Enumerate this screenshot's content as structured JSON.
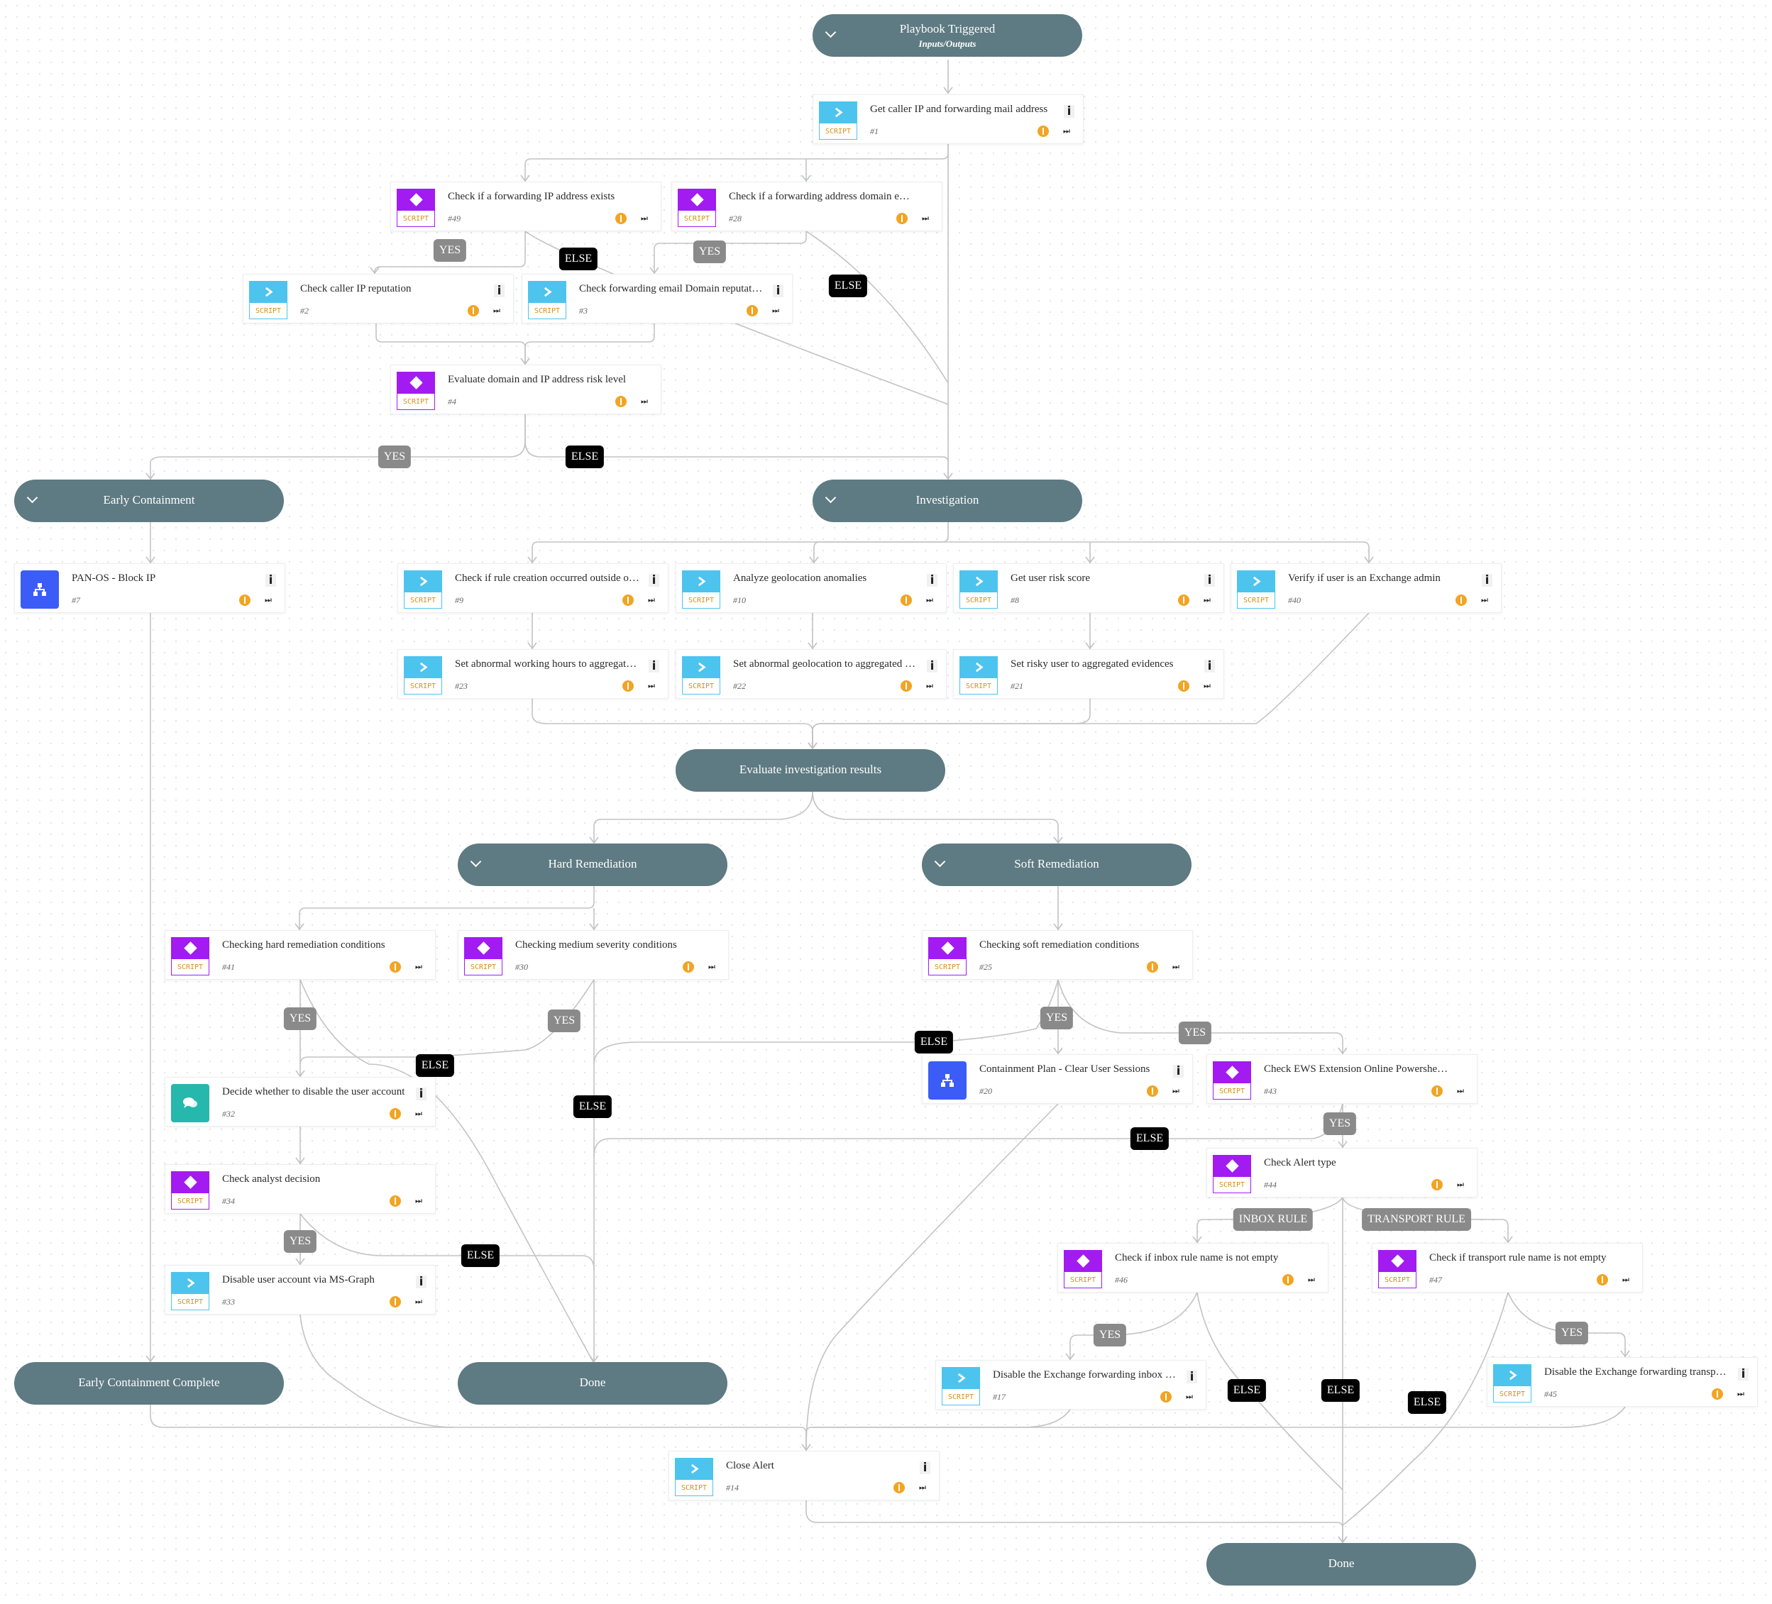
{
  "sections": {
    "trigger": {
      "title": "Playbook Triggered",
      "subtitle": "Inputs/Outputs"
    },
    "early_containment": {
      "title": "Early Containment"
    },
    "investigation": {
      "title": "Investigation"
    },
    "evaluate": {
      "title": "Evaluate investigation results"
    },
    "hard_remediation": {
      "title": "Hard Remediation"
    },
    "soft_remediation": {
      "title": "Soft Remediation"
    },
    "early_complete": {
      "title": "Early Containment Complete"
    },
    "done_mid": {
      "title": "Done"
    },
    "done_end": {
      "title": "Done"
    }
  },
  "icon_labels": {
    "script": "SCRIPT"
  },
  "tasks": {
    "t1": {
      "title": "Get caller IP and forwarding mail address",
      "id": "#1",
      "kind": "script"
    },
    "t49": {
      "title": "Check if a forwarding IP address exists",
      "id": "#49",
      "kind": "condition"
    },
    "t28": {
      "title": "Check if a forwarding address domain exists",
      "id": "#28",
      "kind": "condition"
    },
    "t2": {
      "title": "Check caller IP reputation",
      "id": "#2",
      "kind": "script"
    },
    "t3": {
      "title": "Check forwarding email Domain reputation",
      "id": "#3",
      "kind": "script"
    },
    "t4": {
      "title": "Evaluate domain and IP address risk level",
      "id": "#4",
      "kind": "condition"
    },
    "t7": {
      "title": "PAN-OS - Block IP",
      "id": "#7",
      "kind": "playbook"
    },
    "t9": {
      "title": "Check if rule creation occurred outside of working hours",
      "id": "#9",
      "kind": "script"
    },
    "t10": {
      "title": "Analyze geolocation anomalies",
      "id": "#10",
      "kind": "script"
    },
    "t8": {
      "title": "Get user risk score",
      "id": "#8",
      "kind": "script"
    },
    "t40": {
      "title": "Verify if user is an Exchange admin",
      "id": "#40",
      "kind": "script"
    },
    "t23": {
      "title": "Set abnormal working hours to aggregated evidences",
      "id": "#23",
      "kind": "script"
    },
    "t22": {
      "title": "Set abnormal geolocation to aggregated evidences",
      "id": "#22",
      "kind": "script"
    },
    "t21": {
      "title": "Set risky user to aggregated evidences",
      "id": "#21",
      "kind": "script"
    },
    "t41": {
      "title": "Checking hard remediation conditions",
      "id": "#41",
      "kind": "condition"
    },
    "t30": {
      "title": "Checking medium severity conditions",
      "id": "#30",
      "kind": "condition"
    },
    "t25": {
      "title": "Checking soft remediation conditions",
      "id": "#25",
      "kind": "condition"
    },
    "t32": {
      "title": "Decide whether to disable the user account",
      "id": "#32",
      "kind": "manual"
    },
    "t20": {
      "title": "Containment Plan - Clear User Sessions",
      "id": "#20",
      "kind": "playbook"
    },
    "t43": {
      "title": "Check EWS Extension Online Powershell integration",
      "id": "#43",
      "kind": "condition"
    },
    "t34": {
      "title": "Check analyst decision",
      "id": "#34",
      "kind": "condition"
    },
    "t44": {
      "title": "Check Alert type",
      "id": "#44",
      "kind": "condition"
    },
    "t33": {
      "title": "Disable user account via MS-Graph",
      "id": "#33",
      "kind": "script"
    },
    "t46": {
      "title": "Check if inbox rule name is not empty",
      "id": "#46",
      "kind": "condition"
    },
    "t47": {
      "title": "Check if transport rule name is not empty",
      "id": "#47",
      "kind": "condition"
    },
    "t17": {
      "title": "Disable the Exchange forwarding inbox rule",
      "id": "#17",
      "kind": "script"
    },
    "t45": {
      "title": "Disable the Exchange forwarding transport rule",
      "id": "#45",
      "kind": "script"
    },
    "t14": {
      "title": "Close Alert",
      "id": "#14",
      "kind": "script"
    }
  },
  "edge_labels": {
    "yes": "YES",
    "else": "ELSE",
    "inbox_rule": "INBOX RULE",
    "transport_rule": "TRANSPORT RULE"
  },
  "colors": {
    "section": "#5e7a82",
    "script": "#4cc4ee",
    "condition": "#a21bf1",
    "playbook": "#3b5cf6",
    "manual": "#26b7ad",
    "yes_label": "#8a8a8a",
    "else_label": "#000000",
    "edge": "#c3c3c3"
  }
}
